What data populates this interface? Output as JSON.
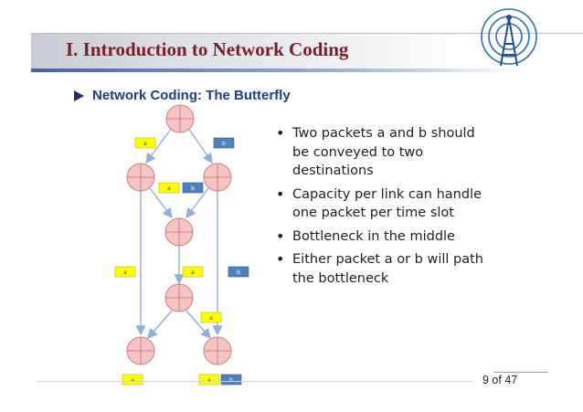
{
  "slide": {
    "title": "I. Introduction to Network Coding",
    "subtitle": "Network Coding: The Butterfly",
    "bullets": [
      "Two packets a and b should be conveyed to two destinations",
      "Capacity per link can handle one packet per time slot",
      "Bottleneck in the middle",
      "Either packet a or b will path the bottleneck"
    ],
    "page_number": "9 of 47"
  },
  "diagram": {
    "packet_labels": [
      "a",
      "b",
      "a",
      "b",
      "a",
      "a",
      "b",
      "a",
      "a",
      "a",
      "b"
    ]
  },
  "colors": {
    "title": "#7a1e2a",
    "subtitle": "#1f3c8c",
    "node_fill": "#f7c4c4",
    "packet_a": "#ffff00",
    "packet_b": "#4f81bd",
    "edge": "#8fb0d8"
  },
  "icons": {
    "bullet_marker": "triangle-right-icon",
    "logo": "antenna-tower-logo"
  }
}
